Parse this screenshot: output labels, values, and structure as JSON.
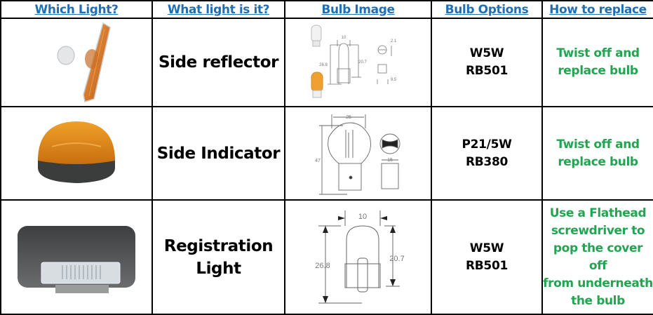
{
  "table": {
    "headers": [
      "Which Light?",
      "What light is it?",
      "Bulb Image",
      "Bulb Options",
      "How to replace"
    ],
    "link_color": "#1f6fb6",
    "instruction_color": "#22a550",
    "rows": [
      {
        "light_image": "side-reflector-lamp-image",
        "name": "Side reflector",
        "bulb_image": "w5w-wedge-bulb-diagram",
        "bulb_dimensions": {
          "width": "10",
          "height": "26.8",
          "glass": "20.7",
          "side": "2.1",
          "base": "9.5"
        },
        "options": [
          "W5W",
          "RB501"
        ],
        "how_to_replace": [
          "Twist off and",
          "replace bulb"
        ]
      },
      {
        "light_image": "side-indicator-lamp-image",
        "name": "Side Indicator",
        "bulb_image": "p21-5w-bayonet-bulb-diagram",
        "bulb_dimensions": {
          "width": "25",
          "height": "47",
          "base": "15"
        },
        "options": [
          "P21/5W",
          "RB380"
        ],
        "how_to_replace": [
          "Twist off and",
          "replace bulb"
        ]
      },
      {
        "light_image": "registration-lamp-image",
        "name_lines": [
          "Registration",
          "Light"
        ],
        "bulb_image": "w5w-wedge-bulb-diagram",
        "bulb_dimensions": {
          "width": "10",
          "height": "26.8",
          "glass": "20.7"
        },
        "options": [
          "W5W",
          "RB501"
        ],
        "how_to_replace": [
          "Use a Flathead",
          "screwdriver to",
          "pop the cover off",
          "from underneath",
          "the bulb"
        ]
      }
    ]
  }
}
